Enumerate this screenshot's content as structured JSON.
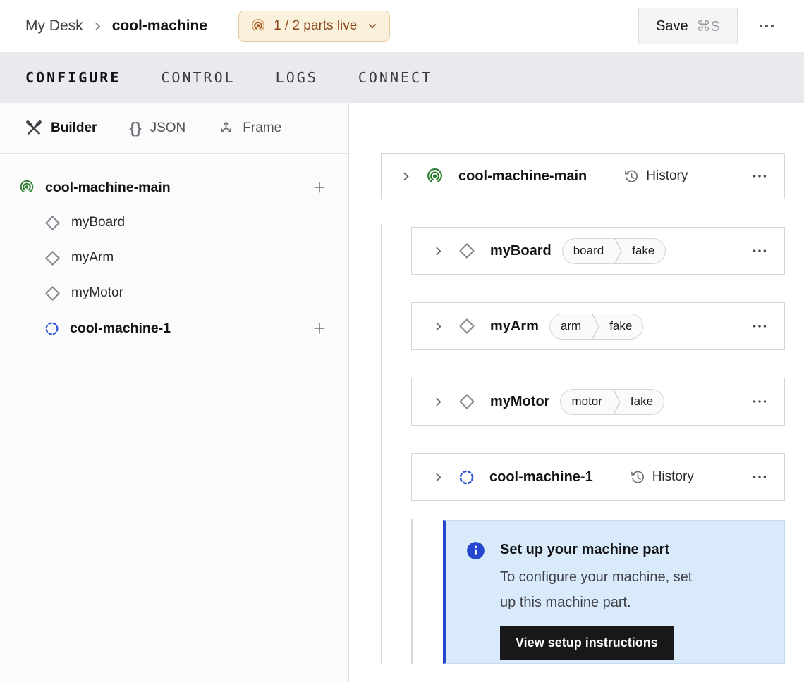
{
  "header": {
    "breadcrumb": {
      "parent": "My Desk",
      "current": "cool-machine"
    },
    "status_badge": {
      "label": "1 / 2 parts live"
    },
    "save_button": {
      "label": "Save",
      "shortcut": "⌘S"
    }
  },
  "tabs": [
    {
      "label": "CONFIGURE",
      "active": true
    },
    {
      "label": "CONTROL",
      "active": false
    },
    {
      "label": "LOGS",
      "active": false
    },
    {
      "label": "CONNECT",
      "active": false
    }
  ],
  "sidebar": {
    "modes": [
      {
        "label": "Builder",
        "icon": "tools-icon",
        "active": true
      },
      {
        "label": "JSON",
        "icon": "braces-icon",
        "active": false
      },
      {
        "label": "Frame",
        "icon": "axes-icon",
        "active": false
      }
    ],
    "tree": [
      {
        "label": "cool-machine-main",
        "icon": "live-part-icon",
        "has_add": true
      },
      {
        "label": "myBoard",
        "icon": "component-diamond-icon"
      },
      {
        "label": "myArm",
        "icon": "component-diamond-icon"
      },
      {
        "label": "myMotor",
        "icon": "component-diamond-icon"
      },
      {
        "label": "cool-machine-1",
        "icon": "offline-part-icon",
        "has_add": true
      }
    ]
  },
  "main": {
    "cards": [
      {
        "title": "cool-machine-main",
        "kind": "part-live",
        "history_label": "History"
      },
      {
        "title": "myBoard",
        "kind": "component",
        "tags": [
          "board",
          "fake"
        ]
      },
      {
        "title": "myArm",
        "kind": "component",
        "tags": [
          "arm",
          "fake"
        ]
      },
      {
        "title": "myMotor",
        "kind": "component",
        "tags": [
          "motor",
          "fake"
        ]
      },
      {
        "title": "cool-machine-1",
        "kind": "part-offline",
        "history_label": "History"
      }
    ],
    "callout": {
      "title": "Set up your machine part",
      "body": "To configure your machine, set up this machine part.",
      "button_label": "View setup instructions"
    }
  },
  "colors": {
    "status_badge_bg": "#faf1dd",
    "status_badge_text": "#8c4a1d",
    "live_green": "#2e7d32",
    "offline_blue": "#2e55d4",
    "info_blue": "#2547cd",
    "callout_bg": "#d9eafb",
    "button_bg": "#18181b",
    "tabbar_bg": "#e9e9ee"
  }
}
